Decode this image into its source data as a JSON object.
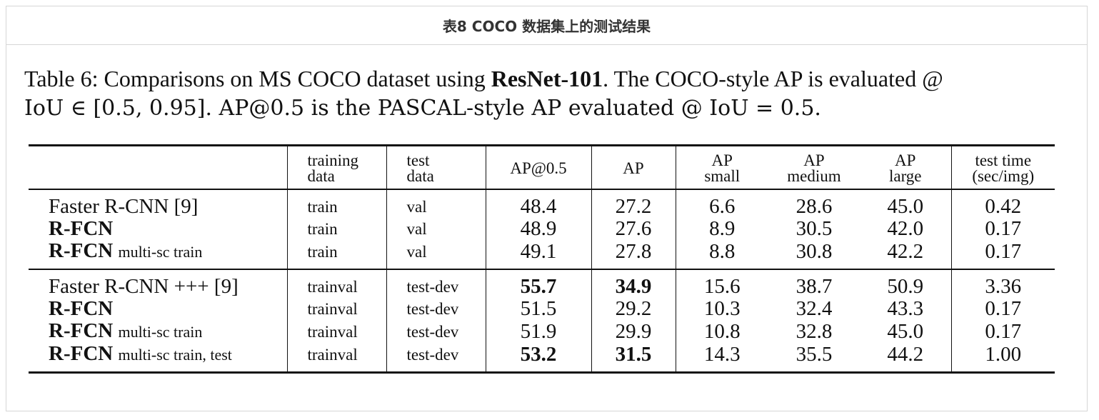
{
  "caption_bar": {
    "title": "表8 COCO 数据集上的测试结果"
  },
  "figure_caption": {
    "part1": "Table 6: Comparisons on MS COCO dataset using ",
    "bold": "ResNet-101",
    "part2": ". The COCO-style AP is evaluated @",
    "part3": "IoU ∈ [0.5, 0.95]. AP@0.5 is the PASCAL-style AP evaluated @ IoU = 0.5."
  },
  "table": {
    "headers": {
      "training": "training",
      "training2": "data",
      "test": "test",
      "test2": "data",
      "ap05": "AP@0.5",
      "ap": "AP",
      "aps1": "AP",
      "aps2": "small",
      "apm1": "AP",
      "apm2": "medium",
      "apl1": "AP",
      "apl2": "large",
      "time1": "test time",
      "time2": "(sec/img)"
    },
    "rows": [
      {
        "m1": "Faster R-CNN [9]",
        "m2": "",
        "train": "train",
        "test": "val",
        "ap05": "48.4",
        "ap": "27.2",
        "aps": "6.6",
        "apm": "28.6",
        "apl": "45.0",
        "time": "0.42"
      },
      {
        "m1": "R-FCN",
        "m2": "",
        "train": "train",
        "test": "val",
        "ap05": "48.9",
        "ap": "27.6",
        "aps": "8.9",
        "apm": "30.5",
        "apl": "42.0",
        "time": "0.17"
      },
      {
        "m1": "R-FCN",
        "m2": "multi-sc train",
        "train": "train",
        "test": "val",
        "ap05": "49.1",
        "ap": "27.8",
        "aps": "8.8",
        "apm": "30.8",
        "apl": "42.2",
        "time": "0.17"
      },
      {
        "m1": "Faster R-CNN +++ [9]",
        "m2": "",
        "train": "trainval",
        "test": "test-dev",
        "ap05": "55.7",
        "ap": "34.9",
        "aps": "15.6",
        "apm": "38.7",
        "apl": "50.9",
        "time": "3.36"
      },
      {
        "m1": "R-FCN",
        "m2": "",
        "train": "trainval",
        "test": "test-dev",
        "ap05": "51.5",
        "ap": "29.2",
        "aps": "10.3",
        "apm": "32.4",
        "apl": "43.3",
        "time": "0.17"
      },
      {
        "m1": "R-FCN",
        "m2": "multi-sc train",
        "train": "trainval",
        "test": "test-dev",
        "ap05": "51.9",
        "ap": "29.9",
        "aps": "10.8",
        "apm": "32.8",
        "apl": "45.0",
        "time": "0.17"
      },
      {
        "m1": "R-FCN",
        "m2": "multi-sc train, test",
        "train": "trainval",
        "test": "test-dev",
        "ap05": "53.2",
        "ap": "31.5",
        "aps": "14.3",
        "apm": "35.5",
        "apl": "44.2",
        "time": "1.00"
      }
    ]
  }
}
